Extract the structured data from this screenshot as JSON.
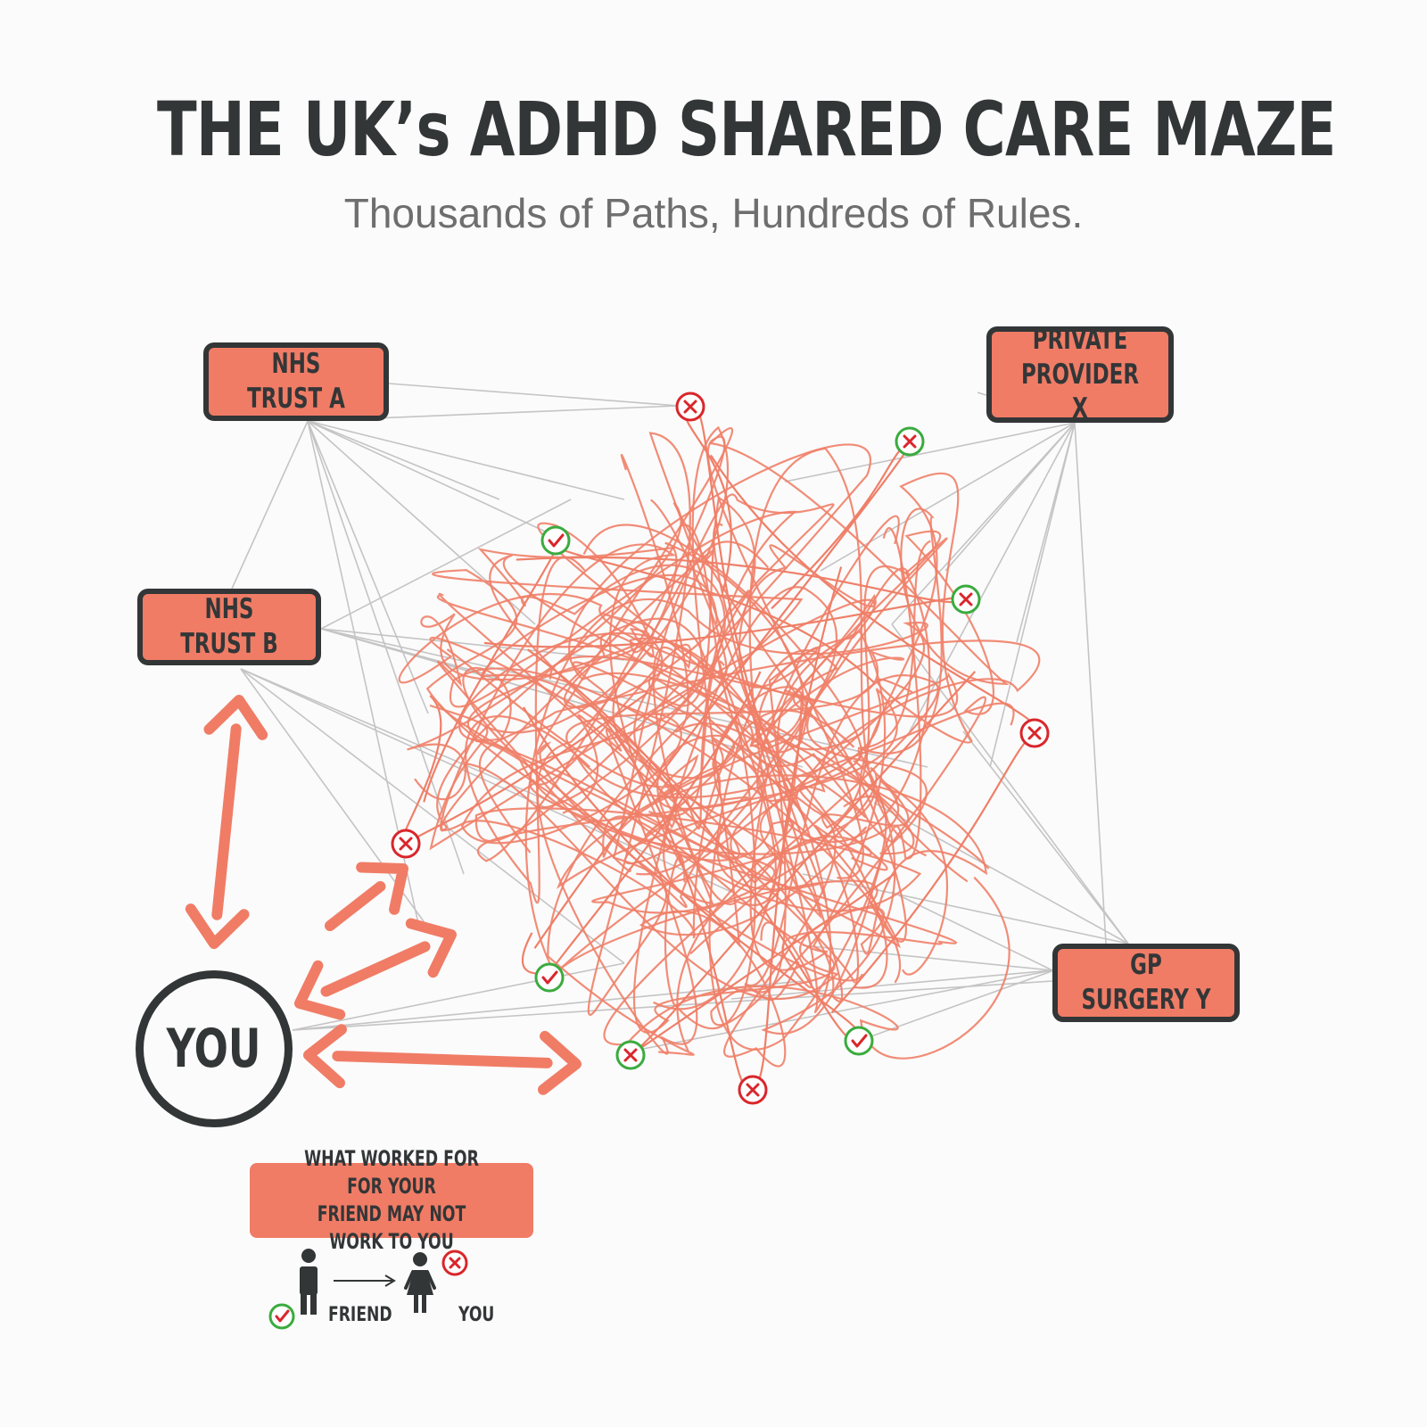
{
  "title": "THE UK’s ADHD SHARED CARE MAZE",
  "subtitle": "Thousands of Paths, Hundreds of Rules.",
  "nodes": {
    "nhs_trust_a": "NHS TRUST A",
    "private_provider_x": "PRIVATE\nPROVIDER X",
    "nhs_trust_b": "NHS TRUST B",
    "gp_surgery_y": "GP SURGERY Y",
    "you": "YOU"
  },
  "note": {
    "text": "WHAT WORKED FOR FOR YOUR\nFRIEND MAY NOT WORK TO YOU"
  },
  "legend": {
    "friend_label": "FRIEND",
    "you_label": "YOU"
  },
  "colors": {
    "accent": "#f07c66",
    "tangle": "#ef7f68",
    "dark": "#333637",
    "connector": "#c4c4c4",
    "fail_red": "#d9262b",
    "pass_green": "#3aab3e"
  },
  "markers": [
    {
      "kind": "fail",
      "icon": "cross-icon"
    },
    {
      "kind": "pass",
      "icon": "check-icon"
    },
    {
      "kind": "fail-green",
      "icon": "cross-icon"
    },
    {
      "kind": "fail-green",
      "icon": "cross-icon"
    },
    {
      "kind": "fail",
      "icon": "cross-icon"
    },
    {
      "kind": "fail",
      "icon": "cross-icon"
    },
    {
      "kind": "pass",
      "icon": "check-icon"
    },
    {
      "kind": "fail-green",
      "icon": "cross-icon"
    },
    {
      "kind": "pass",
      "icon": "check-icon"
    },
    {
      "kind": "fail",
      "icon": "cross-icon"
    }
  ]
}
